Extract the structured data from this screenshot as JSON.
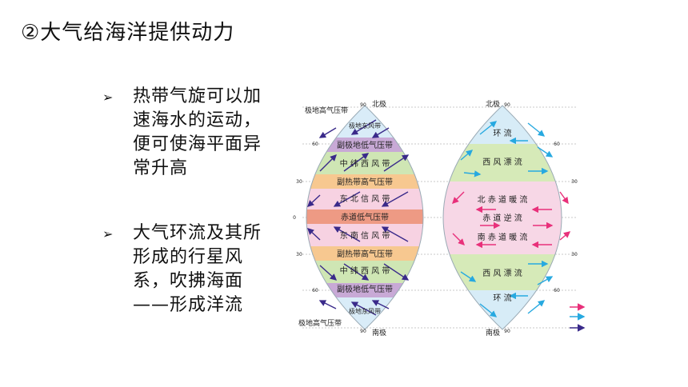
{
  "title": "②大气给海洋提供动力",
  "bullets": [
    "热带气旋可以加速海水的运动，便可使海平面异常升高",
    "大气环流及其所形成的行星风系，吹拂海面——形成洋流"
  ],
  "bullet_mark": "➢",
  "diagram": {
    "left": {
      "top_label": "北极",
      "bottom_label": "南极",
      "outer_top": "极地高气压带",
      "outer_bottom": "极地高气压带",
      "bands": [
        {
          "label": "极地东风带",
          "color": "#d9ecf8"
        },
        {
          "label": "副极地低气压带",
          "color": "#c8a9d6"
        },
        {
          "label": "中 纬 西 风 带",
          "color": "#cfe6b4"
        },
        {
          "label": "副热带高气压带",
          "color": "#f7c890"
        },
        {
          "label": "东  北  信  风  带",
          "color": "#f7d2e2"
        },
        {
          "label": "赤道低气压带",
          "color": "#ee9a84"
        },
        {
          "label": "东  南  信  风  带",
          "color": "#f7d2e2"
        },
        {
          "label": "副热带高气压带",
          "color": "#f7c890"
        },
        {
          "label": "中 纬 西 风 带",
          "color": "#cfe6b4"
        },
        {
          "label": "副极地低气压带",
          "color": "#c8a9d6"
        },
        {
          "label": "极地东风带",
          "color": "#d9ecf8"
        }
      ]
    },
    "right": {
      "top_label": "北极",
      "bottom_label": "南极",
      "bands": [
        {
          "label": "环  流",
          "color": "#d7ecf7"
        },
        {
          "label": "西  风  漂  流",
          "color": "#d6eab8"
        },
        {
          "label": "北 赤 道 暖 流",
          "color": "#f7d7e6"
        },
        {
          "label": "赤  道  逆  流",
          "color": "#f7d7e6"
        },
        {
          "label": "南 赤 道 暖 流",
          "color": "#f7d7e6"
        },
        {
          "label": "西  风  漂  流",
          "color": "#d6eab8"
        },
        {
          "label": "环  流",
          "color": "#d7ecf7"
        }
      ]
    },
    "latitudes": [
      "90",
      "60",
      "30",
      "0",
      "30",
      "60",
      "90"
    ],
    "colors": {
      "pink_arrow": "#e8307a",
      "cyan_arrow": "#27a9e0",
      "purple_arrow": "#3a2a8a"
    }
  }
}
